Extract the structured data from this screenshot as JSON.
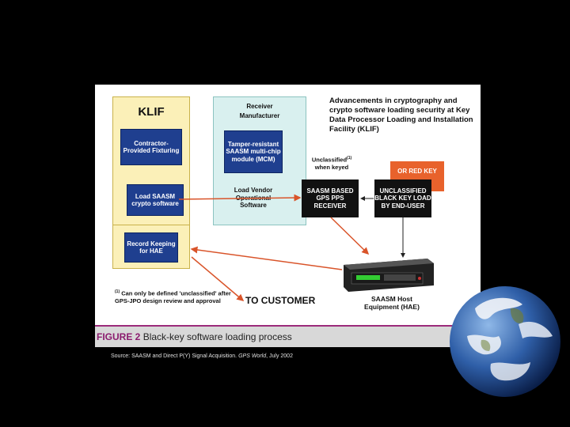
{
  "figure": {
    "title_prefix": "FIGURE 2",
    "title_rest": "Black-key software loading process",
    "advancements": "Advancements in cryptography and crypto software loading security at Key Data Processor Loading and Installation Facility (KLIF)",
    "klif": {
      "title": "KLIF",
      "box1": "Contractor-Provided Fixturing",
      "box2": "Load SAASM crypto software"
    },
    "record_keeping": "Record Keeping for HAE",
    "receiver": {
      "title": "Receiver Manufacturer",
      "box": "Tamper-resistant SAASM multi-chip module (MCM)",
      "load_vendor": "Load Vendor Operational Software"
    },
    "unclassified_keyed_line1": "Unclassified",
    "unclassified_keyed_sup": "(1)",
    "unclassified_keyed_line2": "when keyed",
    "or_red_key": "OR RED KEY",
    "saasm_receiver": "SAASM BASED GPS PPS RECEIVER",
    "black_key_load": "UNCLASSIFIED BLACK KEY LOAD BY END-USER",
    "footnote_sup": "(1)",
    "footnote_text": "Can only be defined 'unclassified' after GPS-JPO design review and approval",
    "to_customer": "TO CUSTOMER",
    "host_equipment": "SAASM Host Equipment (HAE)"
  },
  "source": {
    "prefix": "Source: SAASM and Direct P(Y) Signal Acquisition.",
    "italic": "GPS World",
    "suffix": ", July 2002"
  },
  "colors": {
    "panel_yellow": "#fbf0b8",
    "panel_cyan": "#d9f0ef",
    "navy": "#1f3f8f",
    "orange": "#e8622c",
    "footer_gray": "#d8d8d8",
    "arrow": "#d9542a"
  }
}
